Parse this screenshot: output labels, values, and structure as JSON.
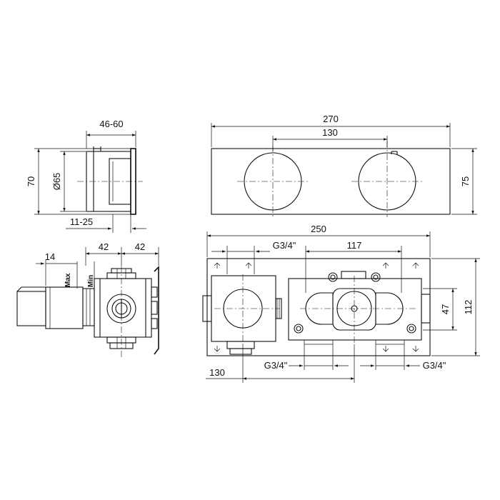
{
  "drawing": {
    "side_view": {
      "width_label": "46-60",
      "height_label": "70",
      "diameter_label": "Ø65",
      "depth_label": "11-25"
    },
    "front_plate": {
      "width_label": "270",
      "spacing_label": "130",
      "height_label": "75"
    },
    "body_side_view": {
      "offset_label": "14",
      "left_label": "42",
      "right_label": "42",
      "max_label": "Max",
      "min_label": "Min"
    },
    "body_front_view": {
      "width_label": "250",
      "port_top_label": "G3/4\"",
      "spacing_label": "117",
      "height_label": "112",
      "inner_label": "47",
      "left_label": "130",
      "port_bottom_left_label": "G3/4\"",
      "port_bottom_right_label": "G3/4\""
    }
  }
}
